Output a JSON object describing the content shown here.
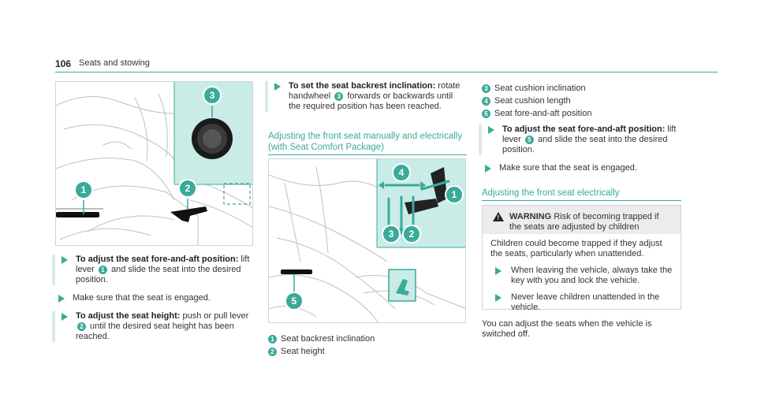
{
  "header": {
    "page_number": "106",
    "section": "Seats and stowing"
  },
  "left": {
    "steps": [
      {
        "bold": "To adjust the seat fore-and-aft position:",
        "pre": " lift lever ",
        "num": "1",
        "post": " and slide the seat into the desired position."
      },
      {
        "text": "Make sure that the seat is engaged."
      },
      {
        "bold": "To adjust the seat height:",
        "pre": " push or pull lever ",
        "num": "2",
        "post": " until the desired seat height has been reached."
      }
    ],
    "figure": {
      "callouts": [
        "1",
        "2",
        "3"
      ]
    }
  },
  "middle": {
    "step": {
      "bold": "To set the seat backrest inclination:",
      "pre": " rotate handwheel ",
      "num": "3",
      "post": " forwards or backwards until the required position has been reached."
    },
    "subheading_line1": "Adjusting the front seat manually and electrically",
    "subheading_line2": "(with Seat Comfort Package)",
    "figure": {
      "callouts": [
        "1",
        "2",
        "3",
        "4",
        "5"
      ]
    },
    "legend": [
      {
        "num": "1",
        "text": "Seat backrest inclination"
      },
      {
        "num": "2",
        "text": "Seat height"
      }
    ]
  },
  "right": {
    "legend": [
      {
        "num": "3",
        "text": "Seat cushion inclination"
      },
      {
        "num": "4",
        "text": "Seat cushion length"
      },
      {
        "num": "5",
        "text": "Seat fore-and-aft position"
      }
    ],
    "steps": [
      {
        "bold": "To adjust the seat fore-and-aft position:",
        "pre": " lift lever ",
        "num": "5",
        "post": " and slide the seat into the desired position."
      },
      {
        "text": "Make sure that the seat is engaged."
      }
    ],
    "subheading": "Adjusting the front seat electrically",
    "warning": {
      "label": "WARNING",
      "headline": " Risk of becoming trapped if the seats are adjusted by children",
      "body": "Children could become trapped if they adjust the seats, particularly when unattended.",
      "steps": [
        "When leaving the vehicle, always take the key with you and lock the vehicle.",
        "Never leave children unattended in the vehicle."
      ]
    },
    "closing": "You can adjust the seats when the vehicle is switched off."
  },
  "colors": {
    "accent": "#3aaa9a",
    "highlight": "#c9ece6"
  }
}
